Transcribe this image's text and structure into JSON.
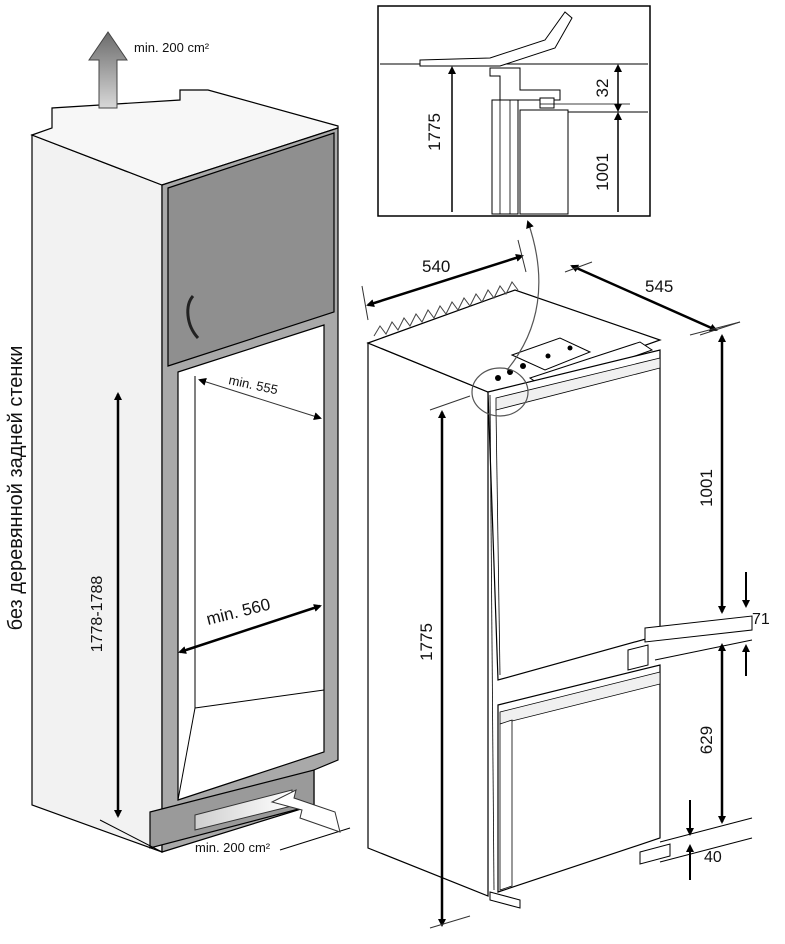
{
  "side_text": "без деревянной задней стенки",
  "ventilation_top": "min. 200 cm²",
  "ventilation_bottom": "min. 200 cm²",
  "niche": {
    "depth": "min. 555",
    "width": "min. 560",
    "height": "1778-1788"
  },
  "appliance": {
    "width": "540",
    "depth": "545",
    "height": "1775",
    "upper_section": "1001",
    "gap": "71",
    "lower_section": "629",
    "base": "40"
  },
  "detail": {
    "height": "1775",
    "upper": "1001",
    "top_offset": "32"
  },
  "colors": {
    "cabinet_gray": "#a9a9a9",
    "door_gray": "#8f8f8f",
    "line": "#000000",
    "light_face": "#f7f7f7"
  }
}
